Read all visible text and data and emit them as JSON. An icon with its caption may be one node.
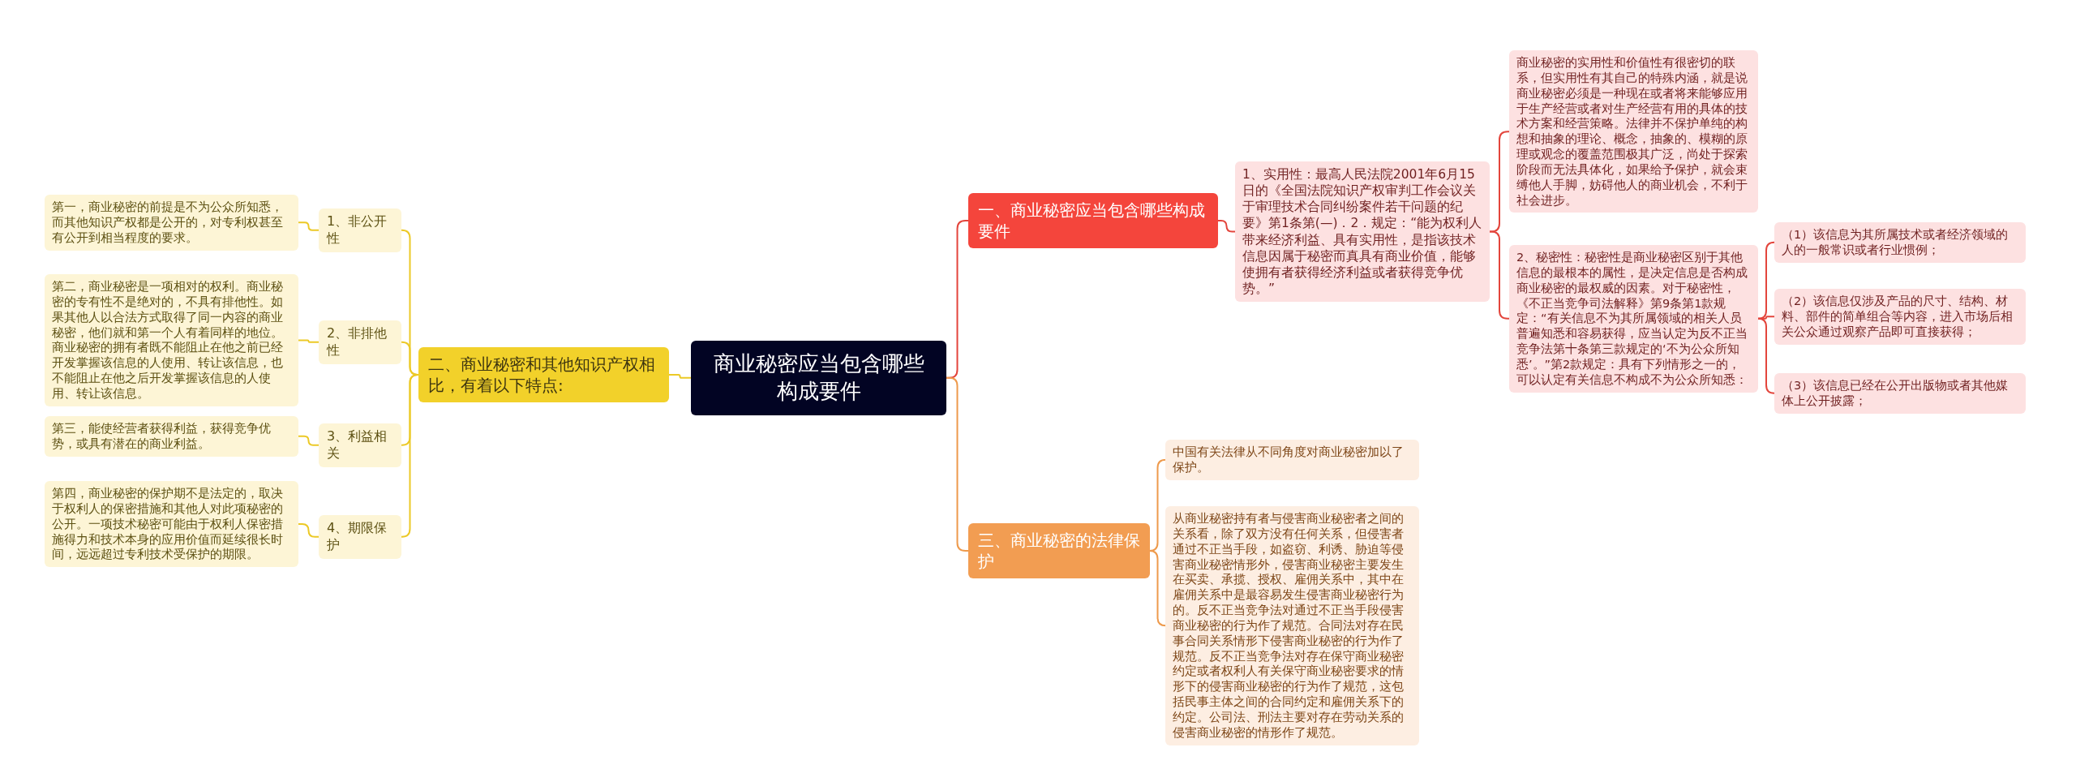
{
  "diagram": {
    "nodes": [
      {
        "text": [
          "商业秘密应当包含哪些构成要件"
        ]
      },
      {
        "text": [
          "一、商业秘密应当包含哪些构成要件"
        ]
      },
      {
        "text": [
          "1、实用性：最高人民法院2001年6月15日的《全国法院知识产权审判工作会议关于审理技术合同纠纷案件若干问题的纪要》第1条第(—)．2．规定：“能为权利人带来经济利益、具有实用性，是指该技术信息因属于秘密而真具有商业价值，能够使拥有者获得经济利益或者获得竞争优势。”"
        ]
      },
      {
        "text": [
          "商业秘密的实用性和价值性有很密切的联系，但实用性有其自己的特殊内涵，就是说商业秘密必须是一种现在或者将来能够应用于生产经营或者对生产经营有用的具体的技术方案和经营策略。法律并不保护单纯的构想和抽象的理论、概念，抽象的、模糊的原理或观念的覆盖范围极其广泛，尚处于探索阶段而无法具体化，如果给予保护，就会束缚他人手脚，妨碍他人的商业机会，不利于社会进步。"
        ]
      },
      {
        "text": [
          "2、秘密性：秘密性是商业秘密区别于其他信息的最根本的属性，是决定信息是否构成商业秘密的最权威的因素。对于秘密性，《不正当竞争司法解释》第9条第1款规定：“有关信息不为其所属领域的相关人员普遍知悉和容易获得，应当认定为反不正当竞争法第十条第三款规定的‘不为公众所知悉’。”第2款规定：具有下列情形之一的，可以认定有关信息不构成不为公众所知悉："
        ]
      },
      {
        "text": [
          "（1）该信息为其所属技术或者经济领域的人的一般常识或者行业惯例；"
        ]
      },
      {
        "text": [
          "（2）该信息仅涉及产品的尺寸、结构、材料、部件的简单组合等内容，进入市场后相关公众通过观察产品即可直接获得；"
        ]
      },
      {
        "text": [
          "（3）该信息已经在公开出版物或者其他媒体上公开披露；"
        ]
      },
      {
        "text": [
          "三、商业秘密的法律保护"
        ]
      },
      {
        "text": [
          "中国有关法律从不同角度对商业秘密加以了保护。"
        ]
      },
      {
        "text": [
          "从商业秘密持有者与侵害商业秘密者之间的关系看，除了双方没有任何关系，但侵害者通过不正当手段，如盗窃、利诱、胁迫等侵害商业秘密情形外，侵害商业秘密主要发生在买卖、承揽、授权、雇佣关系中，其中在雇佣关系中是最容易发生侵害商业秘密行为的。反不正当竞争法对通过不正当手段侵害商业秘密的行为作了规范。合同法对存在民事合同关系情形下侵害商业秘密的行为作了规范。反不正当竞争法对存在保守商业秘密约定或者权利人有关保守商业秘密要求的情形下的侵害商业秘密的行为作了规范，这包括民事主体之间的合同约定和雇佣关系下的约定。公司法、刑法主要对存在劳动关系的侵害商业秘密的情形作了规范。"
        ]
      },
      {
        "text": [
          "二、商业秘密和其他知识产权相比，有着以下特点:"
        ]
      },
      {
        "text": [
          "1、非公开性"
        ]
      },
      {
        "text": [
          "第一，商业秘密的前提是不为公众所知悉，而其他知识产权都是公开的，对专利权甚至有公开到相当程度的要求。"
        ]
      },
      {
        "text": [
          "2、非排他性"
        ]
      },
      {
        "text": [
          "第二，商业秘密是一项相对的权利。商业秘密的专有性不是绝对的，不具有排他性。如果其他人以合法方式取得了同一内容的商业秘密，他们就和第一个人有着同样的地位。商业秘密的拥有者既不能阻止在他之前已经开发掌握该信息的人使用、转让该信息，也不能阻止在他之后开发掌握该信息的人使用、转让该信息。"
        ]
      },
      {
        "text": [
          "3、利益相关"
        ]
      },
      {
        "text": [
          "第三，能使经营者获得利益，获得竞争优势，或具有潜在的商业利益。"
        ]
      },
      {
        "text": [
          "4、期限保护"
        ]
      },
      {
        "text": [
          "第四，商业秘密的保护期不是法定的，取决于权利人的保密措施和其他人对此项秘密的公开。一项技术秘密可能由于权利人保密措施得力和技术本身的应用价值而延续很长时间，远远超过专利技术受保护的期限。"
        ]
      }
    ],
    "edges": [
      {
        "from": 0,
        "to": 1,
        "arrow": "none",
        "color": "#e3453c"
      },
      {
        "from": 1,
        "to": 2,
        "arrow": "none",
        "color": "#e3453c"
      },
      {
        "from": 2,
        "to": 3,
        "arrow": "none",
        "color": "#e3453c"
      },
      {
        "from": 2,
        "to": 4,
        "arrow": "none",
        "color": "#e3453c"
      },
      {
        "from": 4,
        "to": 5,
        "arrow": "none",
        "color": "#e3453c"
      },
      {
        "from": 4,
        "to": 6,
        "arrow": "none",
        "color": "#e3453c"
      },
      {
        "from": 4,
        "to": 7,
        "arrow": "none",
        "color": "#e3453c"
      },
      {
        "from": 0,
        "to": 8,
        "arrow": "none",
        "color": "#ee9a4c"
      },
      {
        "from": 8,
        "to": 9,
        "arrow": "none",
        "color": "#ee9a4c"
      },
      {
        "from": 8,
        "to": 10,
        "arrow": "none",
        "color": "#ee9a4c"
      },
      {
        "from": 0,
        "to": 11,
        "arrow": "none"
      },
      {
        "from": 11,
        "to": 12,
        "arrow": "none"
      },
      {
        "from": 11,
        "to": 14,
        "arrow": "none"
      },
      {
        "from": 11,
        "to": 16,
        "arrow": "none"
      },
      {
        "from": 11,
        "to": 18,
        "arrow": "none"
      },
      {
        "from": 12,
        "to": 13,
        "arrow": "none"
      },
      {
        "from": 14,
        "to": 15,
        "arrow": "none"
      },
      {
        "from": 16,
        "to": 17,
        "arrow": "none"
      },
      {
        "from": 18,
        "to": 19,
        "arrow": "none"
      }
    ]
  }
}
